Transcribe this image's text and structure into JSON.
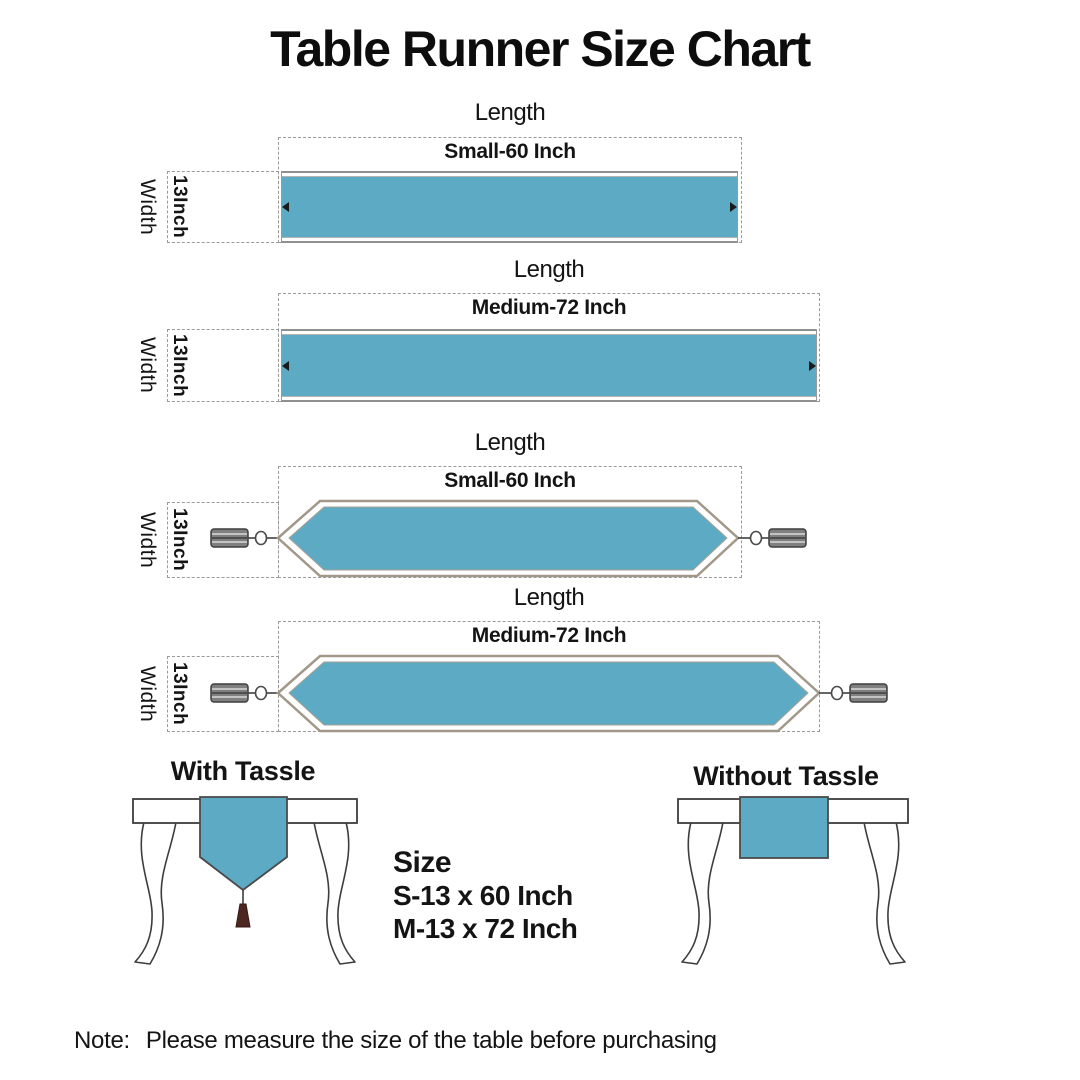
{
  "title": "Table Runner Size Chart",
  "diagrams": [
    {
      "style": "rectangle",
      "length_label": "Length",
      "size_label": "Small-60 Inch",
      "width_label": "Width",
      "width_value": "13Inch"
    },
    {
      "style": "rectangle",
      "length_label": "Length",
      "size_label": "Medium-72 Inch",
      "width_label": "Width",
      "width_value": "13Inch"
    },
    {
      "style": "pointed-with-tassels",
      "length_label": "Length",
      "size_label": "Small-60 Inch",
      "width_label": "Width",
      "width_value": "13Inch"
    },
    {
      "style": "pointed-with-tassels",
      "length_label": "Length",
      "size_label": "Medium-72 Inch",
      "width_label": "Width",
      "width_value": "13Inch"
    }
  ],
  "bottom_section": {
    "with_tassle_heading": "With Tassle",
    "without_tassle_heading": "Without Tassle",
    "size_heading": "Size",
    "size_options": [
      "S-13 x 60 Inch",
      "M-13 x 72 Inch"
    ]
  },
  "note": {
    "label": "Note:",
    "text": "Please measure the size of the table before purchasing"
  },
  "colors": {
    "runner_fill": "#5caac4",
    "hexagon_outline": "#a29889",
    "table_outline": "#3d3d3d",
    "mini_tassel": "#4d2621",
    "dashed_line": "#9a9a9a"
  }
}
